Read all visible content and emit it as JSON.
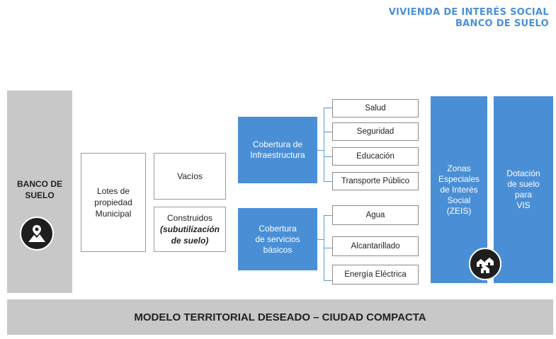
{
  "header": {
    "line1": "VIVIENDA  DE INTERÉS SOCIAL",
    "line2": "BANCO  DE SUELO"
  },
  "bank": {
    "title_line1": "BANCO DE",
    "title_line2": "SUELO",
    "icon": "map-pin-mountain-icon"
  },
  "lotes": {
    "line1": "Lotes de",
    "line2": "propiedad",
    "line3": "Municipal"
  },
  "vacios": {
    "label": "Vacíos"
  },
  "construidos": {
    "line1": "Construidos",
    "line2": "(subutilización",
    "line3": "de suelo)"
  },
  "infra": {
    "line1": "Cobertura de",
    "line2": "Infraestructura",
    "items": [
      "Salud",
      "Seguridad",
      "Educación",
      "Transporte Público"
    ]
  },
  "servicios": {
    "line1": "Cobertura",
    "line2": "de servicios",
    "line3": "básicos",
    "items": [
      "Agua",
      "Alcantarillado",
      "Energía Eléctrica"
    ]
  },
  "zeis": {
    "line1": "Zonas",
    "line2": "Especiales",
    "line3": "de Interés",
    "line4": "Social",
    "line5": "(ZEIS)"
  },
  "dotacion": {
    "line1": "Dotación",
    "line2": "de suelo",
    "line3": "para",
    "line4": "VIS"
  },
  "houses_icon": "houses-icon",
  "footer": {
    "label": "MODELO TERRITORIAL DESEADO – CIUDAD COMPACTA"
  },
  "colors": {
    "accent_blue": "#4a8fd6",
    "header_blue": "#4a90d9",
    "gray": "#c8c8c8"
  }
}
